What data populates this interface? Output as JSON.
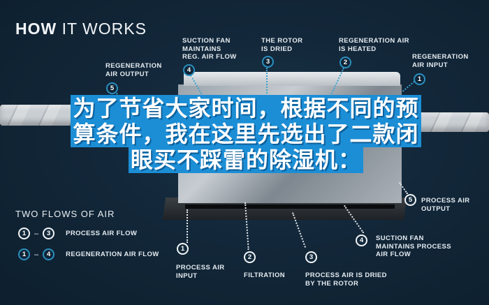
{
  "title": {
    "bold": "HOW",
    "rest": " IT WORKS"
  },
  "overlay_text": "为了节省大家时间，根据不同的预算条件，我在这里先选出了二款闭眼买不踩雷的除湿机：",
  "colors": {
    "background": "#0f2436",
    "regeneration_accent": "#2b8fbf",
    "process_accent": "#f1f4f6",
    "overlay_fill": "#1b8ed6"
  },
  "regeneration_steps": [
    {
      "num": "1",
      "label": "REGENERATION\nAIR INPUT"
    },
    {
      "num": "2",
      "label": "REGENERATION AIR\nIS HEATED"
    },
    {
      "num": "3",
      "label": "THE ROTOR\nIS DRIED"
    },
    {
      "num": "4",
      "label": "SUCTION FAN\nMAINTAINS\nREG. AIR FLOW"
    },
    {
      "num": "5",
      "label": "REGENERATION\nAIR OUTPUT"
    }
  ],
  "process_steps": [
    {
      "num": "1",
      "label": "PROCESS AIR\nINPUT"
    },
    {
      "num": "2",
      "label": "FILTRATION"
    },
    {
      "num": "3",
      "label": "PROCESS AIR IS DRIED\nBY THE ROTOR"
    },
    {
      "num": "4",
      "label": "SUCTION FAN\nMAINTAINS PROCESS\nAIR FLOW"
    },
    {
      "num": "5",
      "label": "PROCESS AIR\nOUTPUT"
    }
  ],
  "legend": {
    "title": "TWO FLOWS OF AIR",
    "items": [
      {
        "from": "1",
        "to": "3",
        "dash": "–",
        "label": "PROCESS AIR FLOW",
        "type": "process"
      },
      {
        "from": "1",
        "to": "4",
        "dash": "–",
        "label": "REGENERATION AIR FLOW",
        "type": "regeneration"
      }
    ]
  }
}
